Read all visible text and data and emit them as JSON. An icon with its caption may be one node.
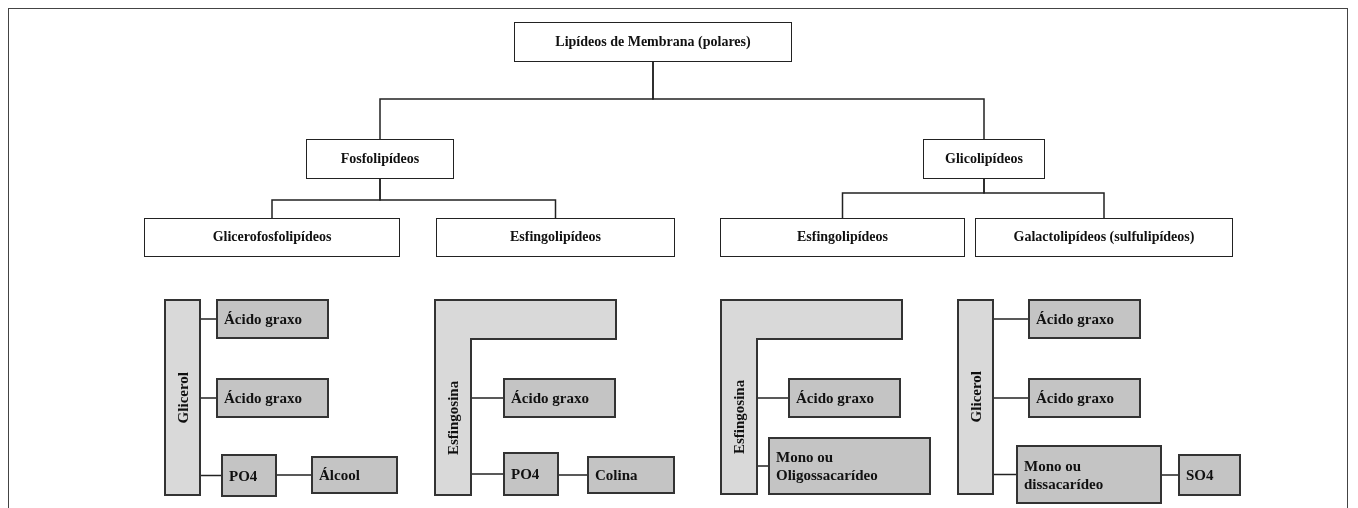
{
  "diagram": {
    "nodes": [
      {
        "text": [
          "Lipídeos de Membrana (polares)"
        ]
      },
      {
        "text": [
          "Fosfolipídeos"
        ]
      },
      {
        "text": [
          "Glicolipídeos"
        ]
      },
      {
        "text": [
          "Glicerofosfolipídeos"
        ]
      },
      {
        "text": [
          "Esfingolipídeos"
        ]
      },
      {
        "text": [
          "Esfingolipídeos"
        ]
      },
      {
        "text": [
          "Galactolipídeos (sulfulipídeos)"
        ]
      },
      {
        "text": [
          "Glicerol"
        ]
      },
      {
        "text": [
          "Ácido graxo"
        ]
      },
      {
        "text": [
          "Ácido graxo"
        ]
      },
      {
        "text": [
          "PO4"
        ]
      },
      {
        "text": [
          "Álcool"
        ]
      },
      {
        "text": [
          "Esfingosina"
        ]
      },
      {
        "text": [
          "Ácido graxo"
        ]
      },
      {
        "text": [
          "PO4"
        ]
      },
      {
        "text": [
          "Colina"
        ]
      },
      {
        "text": [
          "Esfingosina"
        ]
      },
      {
        "text": [
          "Ácido graxo"
        ]
      },
      {
        "text": [
          "Mono ou Oligossacarídeo"
        ]
      },
      {
        "text": [
          "Glicerol"
        ]
      },
      {
        "text": [
          "Ácido graxo"
        ]
      },
      {
        "text": [
          "Ácido graxo"
        ]
      },
      {
        "text": [
          "Mono ou dissacarídeo"
        ]
      },
      {
        "text": [
          "SO4"
        ]
      }
    ],
    "edges": [
      {
        "from": 0,
        "to": 1,
        "arrow": "none"
      },
      {
        "from": 0,
        "to": 2,
        "arrow": "none"
      },
      {
        "from": 1,
        "to": 3,
        "arrow": "none"
      },
      {
        "from": 1,
        "to": 4,
        "arrow": "none"
      },
      {
        "from": 2,
        "to": 5,
        "arrow": "none"
      },
      {
        "from": 2,
        "to": 6,
        "arrow": "none"
      },
      {
        "from": 7,
        "to": 8,
        "arrow": "none"
      },
      {
        "from": 7,
        "to": 9,
        "arrow": "none"
      },
      {
        "from": 7,
        "to": 10,
        "arrow": "none"
      },
      {
        "from": 10,
        "to": 11,
        "arrow": "none"
      },
      {
        "from": 12,
        "to": 13,
        "arrow": "none"
      },
      {
        "from": 12,
        "to": 14,
        "arrow": "none"
      },
      {
        "from": 14,
        "to": 15,
        "arrow": "none"
      },
      {
        "from": 16,
        "to": 17,
        "arrow": "none"
      },
      {
        "from": 16,
        "to": 18,
        "arrow": "none"
      },
      {
        "from": 19,
        "to": 20,
        "arrow": "none"
      },
      {
        "from": 19,
        "to": 21,
        "arrow": "none"
      },
      {
        "from": 19,
        "to": 22,
        "arrow": "none"
      },
      {
        "from": 22,
        "to": 23,
        "arrow": "none"
      }
    ]
  }
}
